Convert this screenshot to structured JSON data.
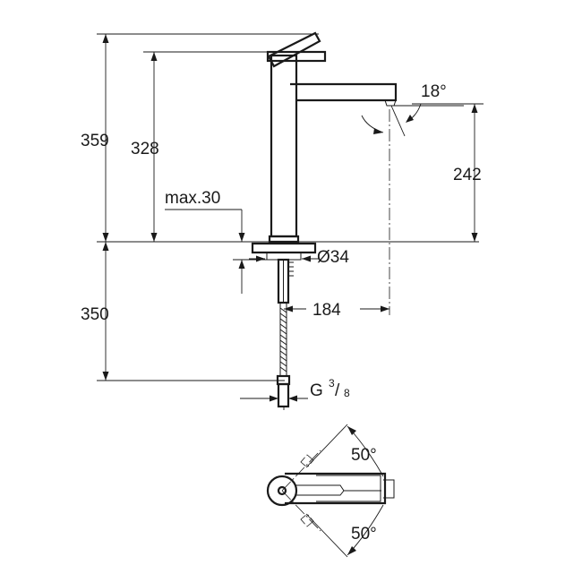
{
  "dimensions": {
    "total_height": "359",
    "spout_height": "328",
    "outlet_height": "242",
    "max_deck_thickness": "max.30",
    "under_deck_length": "350",
    "hole_diameter": "Ø34",
    "projection": "184",
    "thread_prefix": "G ",
    "thread_num": "3",
    "thread_slash": "/",
    "thread_den": "8",
    "jet_angle": "18°",
    "swivel_left": "50°",
    "swivel_right": "50°"
  }
}
